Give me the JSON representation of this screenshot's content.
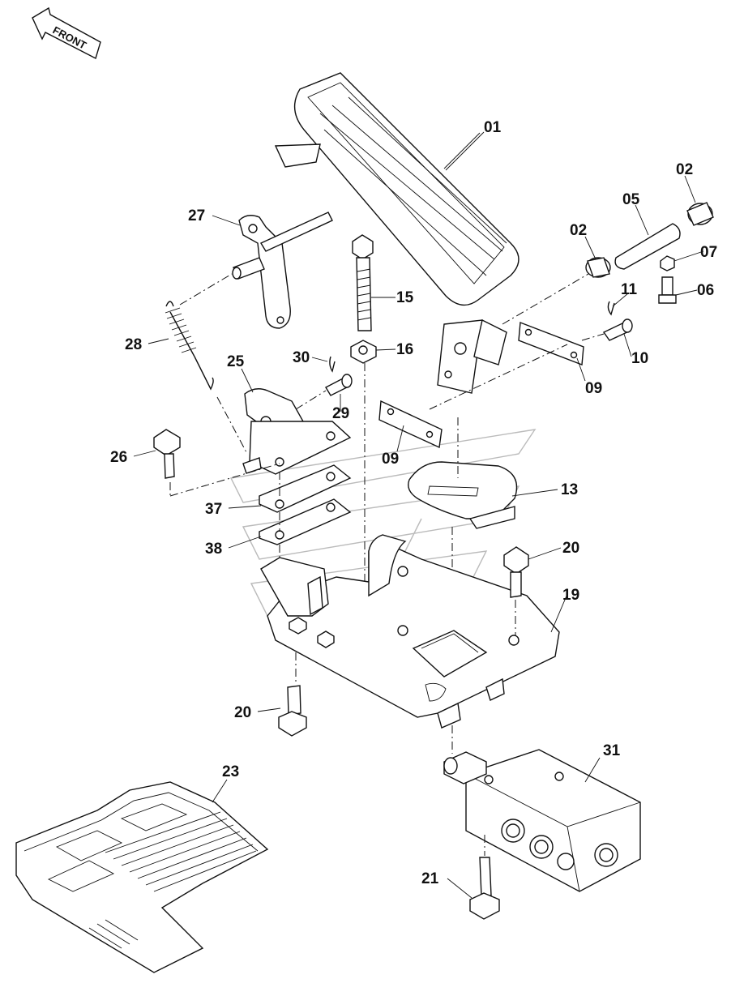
{
  "front_label": "FRONT",
  "callouts": {
    "p01": "01",
    "p02a": "02",
    "p02b": "02",
    "p05": "05",
    "p06": "06",
    "p07": "07",
    "p09a": "09",
    "p09b": "09",
    "p10": "10",
    "p11": "11",
    "p13": "13",
    "p15": "15",
    "p16": "16",
    "p19": "19",
    "p20a": "20",
    "p20b": "20",
    "p21": "21",
    "p23": "23",
    "p25": "25",
    "p26": "26",
    "p27": "27",
    "p28": "28",
    "p29": "29",
    "p30": "30",
    "p31": "31",
    "p37": "37",
    "p38": "38"
  }
}
